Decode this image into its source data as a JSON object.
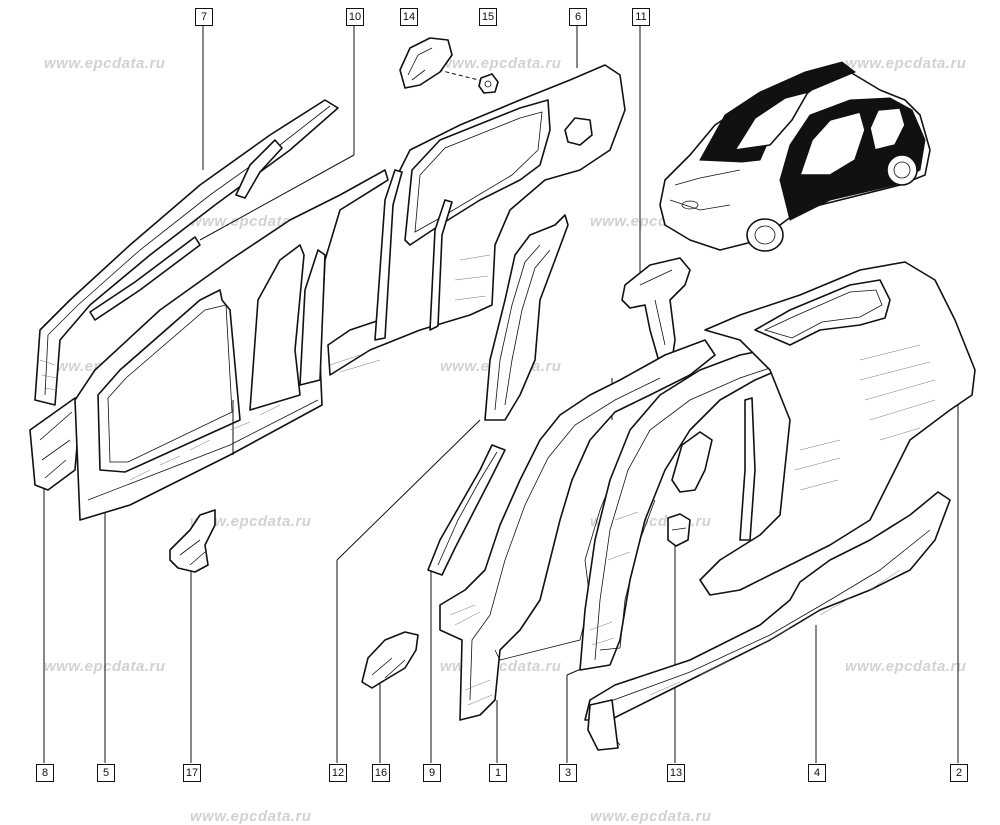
{
  "watermark": "www.epcdata.ru",
  "callouts": {
    "c7": "7",
    "c10": "10",
    "c14": "14",
    "c15": "15",
    "c6": "6",
    "c11": "11",
    "c8": "8",
    "c5": "5",
    "c17": "17",
    "c12": "12",
    "c16": "16",
    "c9": "9",
    "c1": "1",
    "c3": "3",
    "c13": "13",
    "c4": "4",
    "c2": "2"
  }
}
